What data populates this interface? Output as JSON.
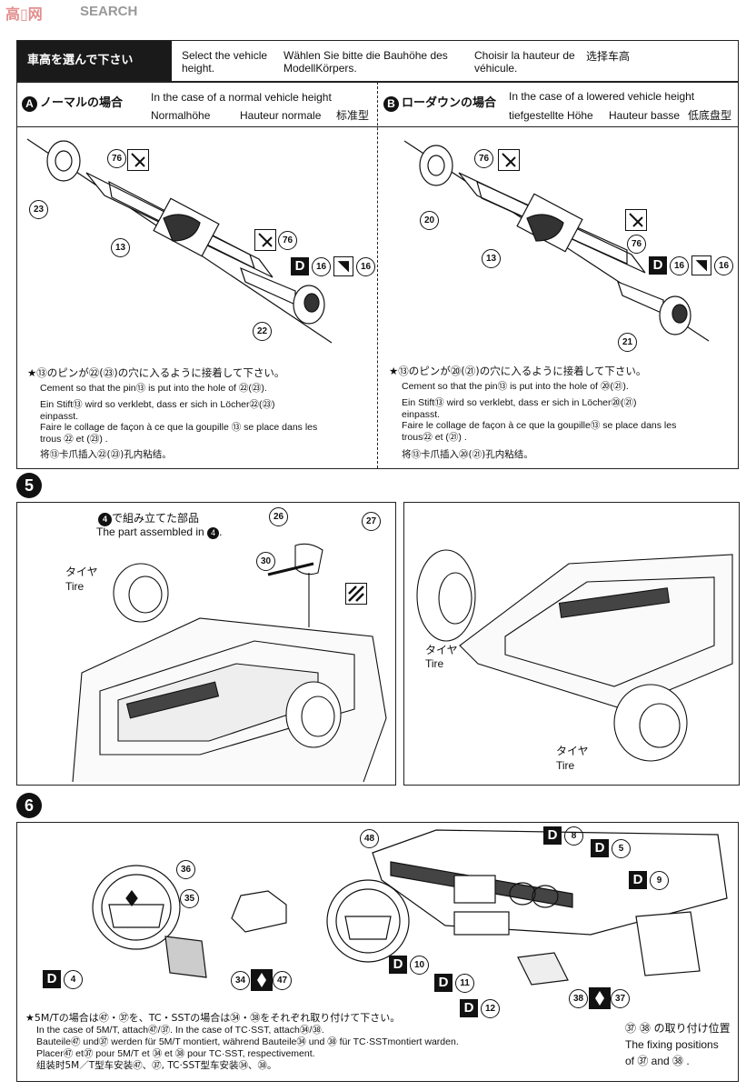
{
  "watermark": "SEARCH",
  "step4": {
    "title_jp": "車高を選んで下さい",
    "title_en": "Select the vehicle height.",
    "title_de": "Wählen Sie bitte die Bauhöhe des ModellKörpers.",
    "title_fr": "Choisir la hauteur de véhicule.",
    "title_cn": "选择车高",
    "optA": {
      "badge": "A",
      "jp": "ノーマルの場合",
      "en": "In the case of a normal vehicle height",
      "de": "Normalhöhe",
      "fr": "Hauteur normale",
      "cn": "标准型",
      "note_jp": "★⑬のピンが㉒(㉓)の穴に入るように接着して下さい。",
      "note_en": "Cement so that the pin⑬ is put into the hole of ㉒(㉓).",
      "note_de": "Ein Stift⑬ wird so verklebt, dass er sich in Löcher㉒(㉓) einpasst.",
      "note_fr": "Faire le collage de façon à ce que la goupille ⑬ se place dans les trous ㉒ et (㉓) .",
      "note_cn": "将⑬卡爪插入㉒(㉓)孔内粘结。",
      "parts": [
        "76",
        "23",
        "13",
        "76",
        "22",
        "16",
        "16"
      ]
    },
    "optB": {
      "badge": "B",
      "jp": "ローダウンの場合",
      "en": "In the case of a lowered vehicle height",
      "de": "tiefgestellte Höhe",
      "fr": "Hauteur basse",
      "cn": "低底盘型",
      "note_jp": "★⑬のピンが⑳(㉑)の穴に入るように接着して下さい。",
      "note_en": "Cement so that the pin⑬ is put into the hole of ⑳(㉑).",
      "note_de": "Ein Stift⑬ wird so verklebt, dass er sich in Löcher⑳(㉑) einpasst.",
      "note_fr": "Faire le collage de façon à ce que la goupille⑬ se place dans les trous㉒ et (㉑) .",
      "note_cn": "将⑬卡爪插入⑳(㉑)孔内粘结。",
      "parts": [
        "76",
        "20",
        "13",
        "76",
        "21",
        "16",
        "16"
      ]
    }
  },
  "step5": {
    "number": "5",
    "assembled_jp": "で組み立てた部品",
    "assembled_en": "The part assembled in",
    "assembled_ref": "4",
    "tire_jp": "タイヤ",
    "tire_en": "Tire",
    "parts": [
      "26",
      "27",
      "30"
    ]
  },
  "step6": {
    "number": "6",
    "parts": [
      "36",
      "35",
      "34",
      "47",
      "48",
      "38",
      "37"
    ],
    "decals": [
      "4",
      "8",
      "5",
      "9",
      "10",
      "11",
      "12"
    ],
    "decal_letter": "D",
    "note_jp": "★5M/Tの場合は㊼・㊲を、TC・SSTの場合は㉞・㊳をそれぞれ取り付けて下さい。",
    "note_en": "In the case of 5M/T, attach㊼/㊲. In the case of TC·SST, attach㉞/㊳.",
    "note_de": "Bauteile㊼ und㊲ werden für 5M/T montiert, während Bauteile㉞ und ㊳ für TC·SSTmontiert warden.",
    "note_fr": "Placer㊼ et㊲ pour 5M/T et ㉞ et ㊳ pour TC·SST, respectivement.",
    "note_cn": "组装时5M／T型车安装㊼、㊲, TC·SST型车安装㉞、㊳。",
    "fix_jp": "㊲ ㊳ の取り付け位置",
    "fix_en1": "The fixing positions",
    "fix_en2": "of ㊲ and ㊳ ."
  }
}
